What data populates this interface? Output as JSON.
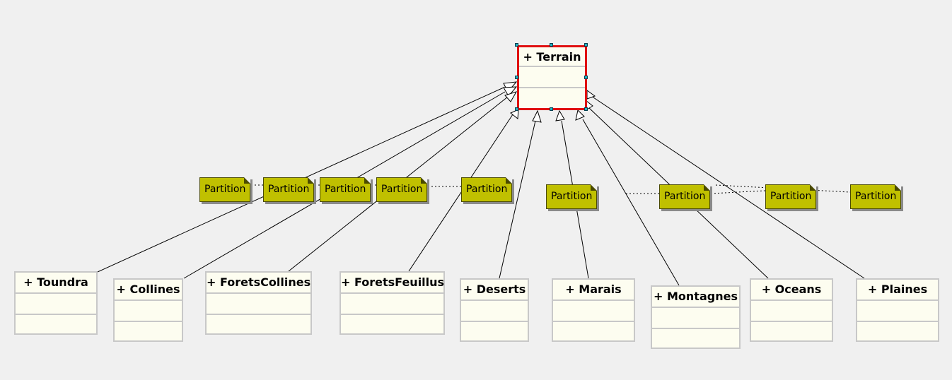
{
  "diagram": {
    "superclass": {
      "label": "+ Terrain"
    },
    "subclasses": [
      {
        "label": "+ Toundra"
      },
      {
        "label": "+ Collines"
      },
      {
        "label": "+ ForetsCollines"
      },
      {
        "label": "+ ForetsFeuillus"
      },
      {
        "label": "+ Deserts"
      },
      {
        "label": "+ Marais"
      },
      {
        "label": "+ Montagnes"
      },
      {
        "label": "+ Oceans"
      },
      {
        "label": "+ Plaines"
      }
    ],
    "notes": [
      {
        "label": "Partition"
      },
      {
        "label": "Partition"
      },
      {
        "label": "Partition"
      },
      {
        "label": "Partition"
      },
      {
        "label": "Partition"
      },
      {
        "label": "Partition"
      },
      {
        "label": "Partition"
      },
      {
        "label": "Partition"
      },
      {
        "label": "Partition"
      }
    ],
    "colors": {
      "background": "#f0f0f0",
      "class_fill": "#fdfdf0",
      "class_border": "#c8c8c8",
      "selected_border": "#e01010",
      "note_fill": "#c0c000",
      "handle": "#22b0c0"
    }
  }
}
